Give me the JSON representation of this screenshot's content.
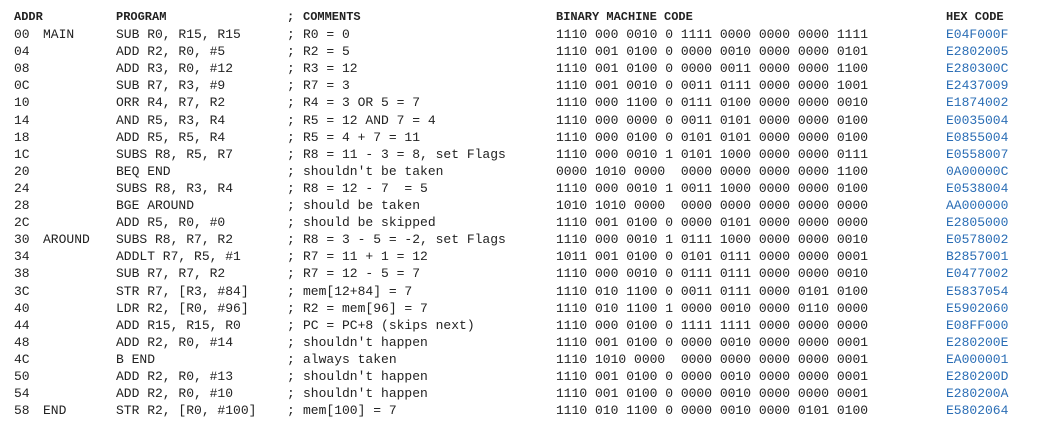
{
  "headers": {
    "addr": "ADDR",
    "program": "PROGRAM",
    "semicolon": ";",
    "comments": "COMMENTS",
    "binary": "BINARY MACHINE CODE",
    "hex": "HEX CODE"
  },
  "rows": [
    {
      "addr": "00",
      "label": "MAIN",
      "instr": "SUB R0, R15, R15",
      "comment": "R0 = 0",
      "bin": "1110 000 0010 0 1111 0000 0000 0000 1111",
      "hex": "E04F000F"
    },
    {
      "addr": "04",
      "label": "",
      "instr": "ADD R2, R0, #5",
      "comment": "R2 = 5",
      "bin": "1110 001 0100 0 0000 0010 0000 0000 0101",
      "hex": "E2802005"
    },
    {
      "addr": "08",
      "label": "",
      "instr": "ADD R3, R0, #12",
      "comment": "R3 = 12",
      "bin": "1110 001 0100 0 0000 0011 0000 0000 1100",
      "hex": "E280300C"
    },
    {
      "addr": "0C",
      "label": "",
      "instr": "SUB R7, R3, #9",
      "comment": "R7 = 3",
      "bin": "1110 001 0010 0 0011 0111 0000 0000 1001",
      "hex": "E2437009"
    },
    {
      "addr": "10",
      "label": "",
      "instr": "ORR R4, R7, R2",
      "comment": "R4 = 3 OR 5 = 7",
      "bin": "1110 000 1100 0 0111 0100 0000 0000 0010",
      "hex": "E1874002"
    },
    {
      "addr": "14",
      "label": "",
      "instr": "AND R5, R3, R4",
      "comment": "R5 = 12 AND 7 = 4",
      "bin": "1110 000 0000 0 0011 0101 0000 0000 0100",
      "hex": "E0035004"
    },
    {
      "addr": "18",
      "label": "",
      "instr": "ADD R5, R5, R4",
      "comment": "R5 = 4 + 7 = 11",
      "bin": "1110 000 0100 0 0101 0101 0000 0000 0100",
      "hex": "E0855004"
    },
    {
      "addr": "1C",
      "label": "",
      "instr": "SUBS R8, R5, R7",
      "comment": "R8 = 11 - 3 = 8, set Flags",
      "bin": "1110 000 0010 1 0101 1000 0000 0000 0111",
      "hex": "E0558007"
    },
    {
      "addr": "20",
      "label": "",
      "instr": "BEQ END",
      "comment": "shouldn't be taken",
      "bin": "0000 1010 0000  0000 0000 0000 0000 1100",
      "hex": "0A00000C"
    },
    {
      "addr": "24",
      "label": "",
      "instr": "SUBS R8, R3, R4",
      "comment": "R8 = 12 - 7  = 5",
      "bin": "1110 000 0010 1 0011 1000 0000 0000 0100",
      "hex": "E0538004"
    },
    {
      "addr": "28",
      "label": "",
      "instr": "BGE AROUND",
      "comment": "should be taken",
      "bin": "1010 1010 0000  0000 0000 0000 0000 0000",
      "hex": "AA000000"
    },
    {
      "addr": "2C",
      "label": "",
      "instr": "ADD R5, R0, #0",
      "comment": "should be skipped",
      "bin": "1110 001 0100 0 0000 0101 0000 0000 0000",
      "hex": "E2805000"
    },
    {
      "addr": "30",
      "label": "AROUND",
      "instr": "SUBS R8, R7, R2",
      "comment": "R8 = 3 - 5 = -2, set Flags",
      "bin": "1110 000 0010 1 0111 1000 0000 0000 0010",
      "hex": "E0578002"
    },
    {
      "addr": "34",
      "label": "",
      "instr": "ADDLT R7, R5, #1",
      "comment": "R7 = 11 + 1 = 12",
      "bin": "1011 001 0100 0 0101 0111 0000 0000 0001",
      "hex": "B2857001"
    },
    {
      "addr": "38",
      "label": "",
      "instr": "SUB R7, R7, R2",
      "comment": "R7 = 12 - 5 = 7",
      "bin": "1110 000 0010 0 0111 0111 0000 0000 0010",
      "hex": "E0477002"
    },
    {
      "addr": "3C",
      "label": "",
      "instr": "STR R7, [R3, #84]",
      "comment": "mem[12+84] = 7",
      "bin": "1110 010 1100 0 0011 0111 0000 0101 0100",
      "hex": "E5837054"
    },
    {
      "addr": "40",
      "label": "",
      "instr": "LDR R2, [R0, #96]",
      "comment": "R2 = mem[96] = 7",
      "bin": "1110 010 1100 1 0000 0010 0000 0110 0000",
      "hex": "E5902060"
    },
    {
      "addr": "44",
      "label": "",
      "instr": "ADD R15, R15, R0",
      "comment": "PC = PC+8 (skips next)",
      "bin": "1110 000 0100 0 1111 1111 0000 0000 0000",
      "hex": "E08FF000"
    },
    {
      "addr": "48",
      "label": "",
      "instr": "ADD R2, R0, #14",
      "comment": "shouldn't happen",
      "bin": "1110 001 0100 0 0000 0010 0000 0000 0001",
      "hex": "E280200E"
    },
    {
      "addr": "4C",
      "label": "",
      "instr": "B END",
      "comment": "always taken",
      "bin": "1110 1010 0000  0000 0000 0000 0000 0001",
      "hex": "EA000001"
    },
    {
      "addr": "50",
      "label": "",
      "instr": "ADD R2, R0, #13",
      "comment": "shouldn't happen",
      "bin": "1110 001 0100 0 0000 0010 0000 0000 0001",
      "hex": "E280200D"
    },
    {
      "addr": "54",
      "label": "",
      "instr": "ADD R2, R0, #10",
      "comment": "shouldn't happen",
      "bin": "1110 001 0100 0 0000 0010 0000 0000 0001",
      "hex": "E280200A"
    },
    {
      "addr": "58",
      "label": "END",
      "instr": "STR R2, [R0, #100]",
      "comment": "mem[100] = 7",
      "bin": "1110 010 1100 0 0000 0010 0000 0101 0100",
      "hex": "E5802064"
    }
  ]
}
